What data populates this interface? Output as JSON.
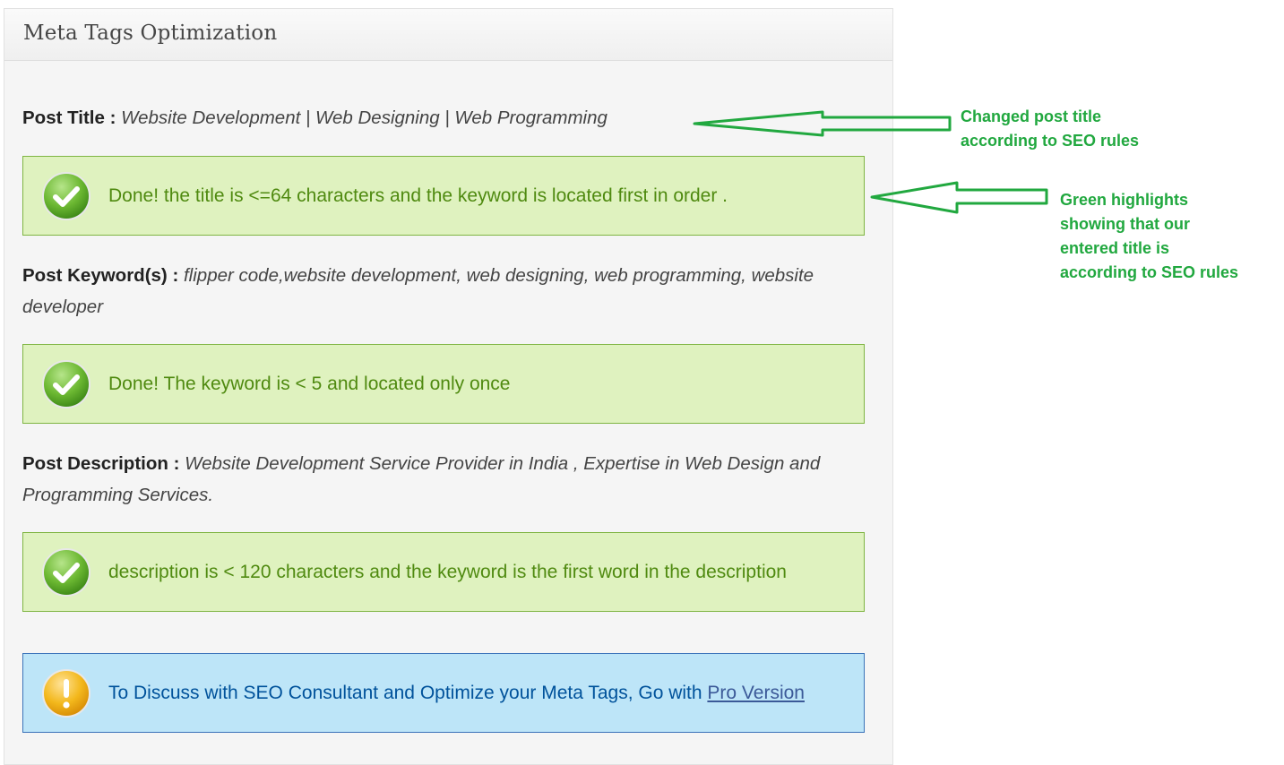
{
  "panel": {
    "title": "Meta Tags Optimization"
  },
  "fields": {
    "title": {
      "label": "Post Title :",
      "value": "Website Development | Web Designing | Web Programming"
    },
    "keywords": {
      "label": "Post Keyword(s) :",
      "value": "flipper code,website development, web designing, web programming, website developer"
    },
    "description": {
      "label": "Post Description :",
      "value": "Website Development Service Provider in India , Expertise in Web Design and Programming Services."
    }
  },
  "messages": {
    "title_ok": {
      "text": "Done! the title is <=64 characters and the keyword is located first in order .",
      "icon": "check-circle-icon"
    },
    "keyword_ok": {
      "text": "Done! The keyword is < 5 and located only once",
      "icon": "check-circle-icon"
    },
    "description_ok": {
      "text": "description is < 120 characters and the keyword is the first word in the description",
      "icon": "check-circle-icon"
    },
    "pro_info": {
      "text": "To Discuss with SEO Consultant and Optimize your Meta Tags, Go with",
      "link": "Pro Version",
      "icon": "warning-icon"
    }
  },
  "annotations": {
    "title_note": [
      "Changed post title",
      "according to SEO rules"
    ],
    "highlight_note": [
      "Green highlights",
      "showing that our",
      "entered title is",
      "according to SEO rules"
    ]
  },
  "colors": {
    "success_bg": "#dff2bf",
    "success_border": "#7fb543",
    "success_text": "#4f8a10",
    "info_bg": "#bde5f8",
    "info_border": "#3b73b9",
    "info_text": "#00529b",
    "annotation": "#21a83f"
  }
}
